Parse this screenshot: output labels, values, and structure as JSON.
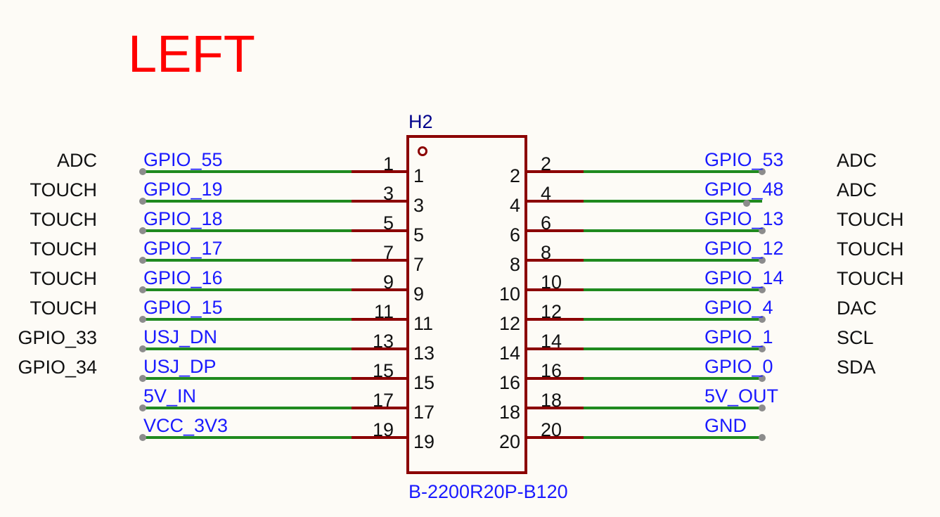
{
  "title": "LEFT",
  "component": {
    "designator": "H2",
    "part_number": "B-2200R20P-B120"
  },
  "left_pins": [
    {
      "pin": "1",
      "net": "GPIO_55",
      "func": "ADC"
    },
    {
      "pin": "3",
      "net": "GPIO_19",
      "func": "TOUCH"
    },
    {
      "pin": "5",
      "net": "GPIO_18",
      "func": "TOUCH"
    },
    {
      "pin": "7",
      "net": "GPIO_17",
      "func": "TOUCH"
    },
    {
      "pin": "9",
      "net": "GPIO_16",
      "func": "TOUCH"
    },
    {
      "pin": "11",
      "net": "GPIO_15",
      "func": "TOUCH"
    },
    {
      "pin": "13",
      "net": "USJ_DN",
      "func": "GPIO_33"
    },
    {
      "pin": "15",
      "net": "USJ_DP",
      "func": "GPIO_34"
    },
    {
      "pin": "17",
      "net": "5V_IN",
      "func": ""
    },
    {
      "pin": "19",
      "net": "VCC_3V3",
      "func": ""
    }
  ],
  "right_pins": [
    {
      "pin": "2",
      "net": "GPIO_53",
      "func": "ADC"
    },
    {
      "pin": "4",
      "net": "GPIO_48",
      "func": "ADC"
    },
    {
      "pin": "6",
      "net": "GPIO_13",
      "func": "TOUCH"
    },
    {
      "pin": "8",
      "net": "GPIO_12",
      "func": "TOUCH"
    },
    {
      "pin": "10",
      "net": "GPIO_14",
      "func": "TOUCH"
    },
    {
      "pin": "12",
      "net": "GPIO_4",
      "func": "DAC"
    },
    {
      "pin": "14",
      "net": "GPIO_1",
      "func": "SCL"
    },
    {
      "pin": "16",
      "net": "GPIO_0",
      "func": "SDA"
    },
    {
      "pin": "18",
      "net": "5V_OUT",
      "func": ""
    },
    {
      "pin": "20",
      "net": "GND",
      "func": ""
    }
  ],
  "colors": {
    "body": "#8b0000",
    "wire": "#1f8a1f",
    "net_label": "#1a1aff",
    "designator": "#00008b",
    "title": "#ff0000",
    "text": "#111111",
    "endpoint": "#8c8c8c"
  }
}
